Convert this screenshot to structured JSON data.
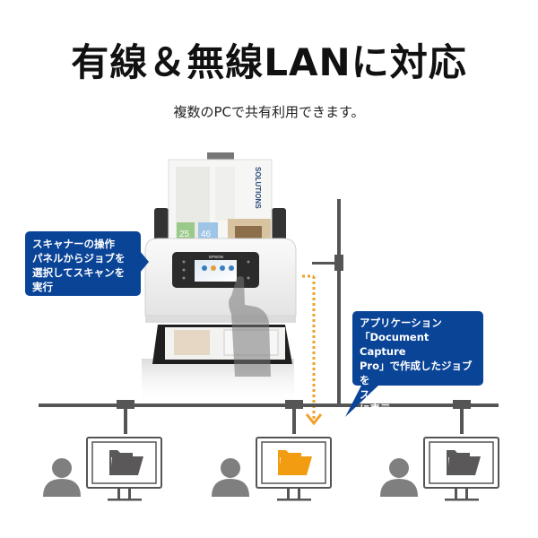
{
  "header": {
    "title": "有線＆無線LANに対応",
    "subtitle": "複数のPCで共有利用できます。"
  },
  "callouts": {
    "scanner_panel": {
      "lines": [
        "スキャナーの操作",
        "パネルからジョブを",
        "選択してスキャンを",
        "実行"
      ]
    },
    "application": {
      "lines": [
        "アプリケーション",
        "「Document Capture",
        "Pro」で作成したジョブを",
        "スキャナーの操作パネル",
        "に表示"
      ]
    }
  },
  "scanner": {
    "brand": "EPSON",
    "document_heading": "SOLUTIONS",
    "stat_numbers": [
      "25",
      "46"
    ]
  },
  "network": {
    "computers": [
      {
        "folder_icon": "folder-icon",
        "highlighted": false
      },
      {
        "folder_icon": "folder-icon",
        "highlighted": true
      },
      {
        "folder_icon": "folder-icon",
        "highlighted": false
      }
    ]
  },
  "colors": {
    "callout_blue": "#0a4497",
    "line_gray": "#555555",
    "folder_gray": "#5a5859",
    "folder_orange": "#f29c11",
    "person_gray": "#7f7f7f",
    "arrow_orange": "#f1a02a"
  }
}
